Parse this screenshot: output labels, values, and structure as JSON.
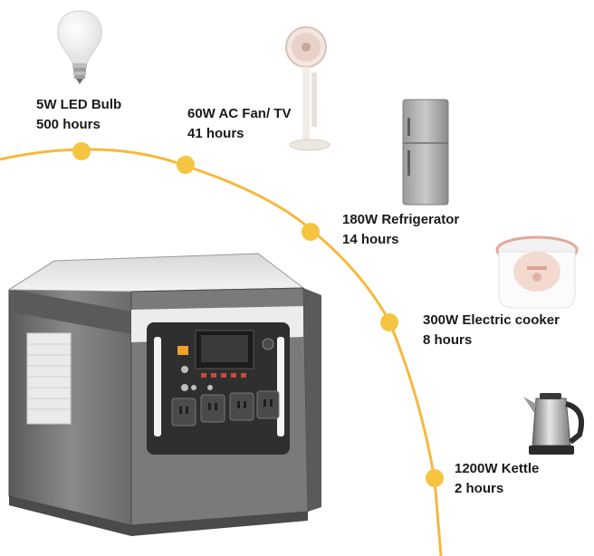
{
  "colors": {
    "arc": "#f6b93b",
    "dot": "#f5c542",
    "text": "#1a1a1a",
    "station_body": "#6b6b6b",
    "station_panel": "#e9e9e9"
  },
  "appliances": [
    {
      "label": "5W LED Bulb",
      "runtime": "500 hours",
      "icon": "led-bulb-icon"
    },
    {
      "label": "60W AC Fan/ TV",
      "runtime": "41 hours",
      "icon": "fan-icon"
    },
    {
      "label": "180W Refrigerator",
      "runtime": "14 hours",
      "icon": "refrigerator-icon"
    },
    {
      "label": "300W Electric cooker",
      "runtime": "8 hours",
      "icon": "rice-cooker-icon"
    },
    {
      "label": "1200W Kettle",
      "runtime": "2 hours",
      "icon": "kettle-icon"
    }
  ]
}
